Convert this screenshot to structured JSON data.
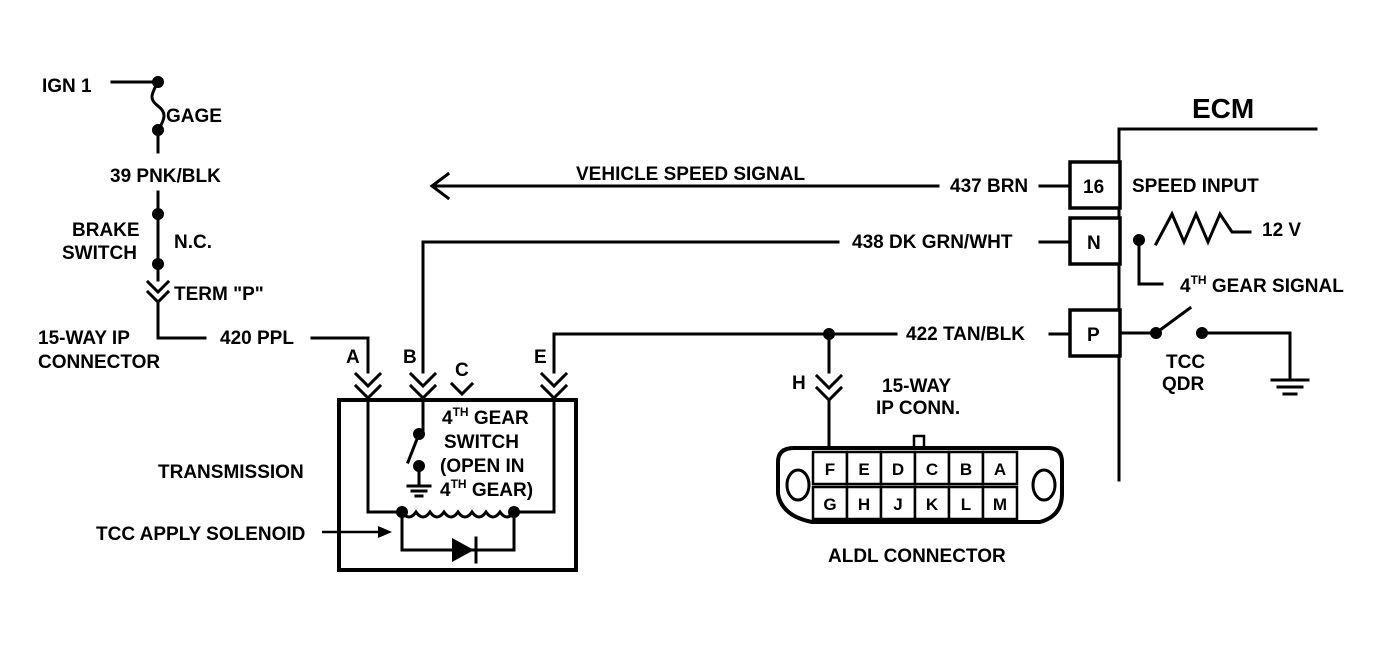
{
  "left_circuit": {
    "ign": "IGN 1",
    "fuse": "GAGE",
    "wire_39": "39 PNK/BLK",
    "brake_switch_1": "BRAKE",
    "brake_switch_2": "SWITCH",
    "nc": "N.C.",
    "term_p": "TERM \"P\"",
    "ip_conn_1": "15-WAY IP",
    "ip_conn_2": "CONNECTOR",
    "wire_420": "420 PPL"
  },
  "transmission": {
    "label": "TRANSMISSION",
    "solenoid": "TCC APPLY SOLENOID",
    "pins": [
      "A",
      "B",
      "C",
      "E"
    ],
    "switch_line1_pre": "4",
    "switch_line1_sup": "TH",
    "switch_line1_post": " GEAR",
    "switch_line2": "SWITCH",
    "switch_line3": "(OPEN IN",
    "switch_line4_pre": "4",
    "switch_line4_sup": "TH",
    "switch_line4_post": " GEAR)"
  },
  "signals": {
    "vss": "VEHICLE SPEED SIGNAL",
    "wire_437": "437 BRN",
    "wire_438": "438 DK GRN/WHT",
    "wire_422": "422 TAN/BLK"
  },
  "ecm": {
    "title": "ECM",
    "pin_16": "16",
    "pin_n": "N",
    "pin_p": "P",
    "speed_input": "SPEED INPUT",
    "volts": "12 V",
    "gear_signal_pre": "4",
    "gear_signal_sup": "TH",
    "gear_signal_post": " GEAR SIGNAL",
    "tcc": "TCC",
    "qdr": "QDR"
  },
  "aldl": {
    "pin_h": "H",
    "ip_conn_1": "15-WAY",
    "ip_conn_2": "IP CONN.",
    "top_row": [
      "F",
      "E",
      "D",
      "C",
      "B",
      "A"
    ],
    "bottom_row": [
      "G",
      "H",
      "J",
      "K",
      "L",
      "M"
    ],
    "label": "ALDL CONNECTOR"
  }
}
